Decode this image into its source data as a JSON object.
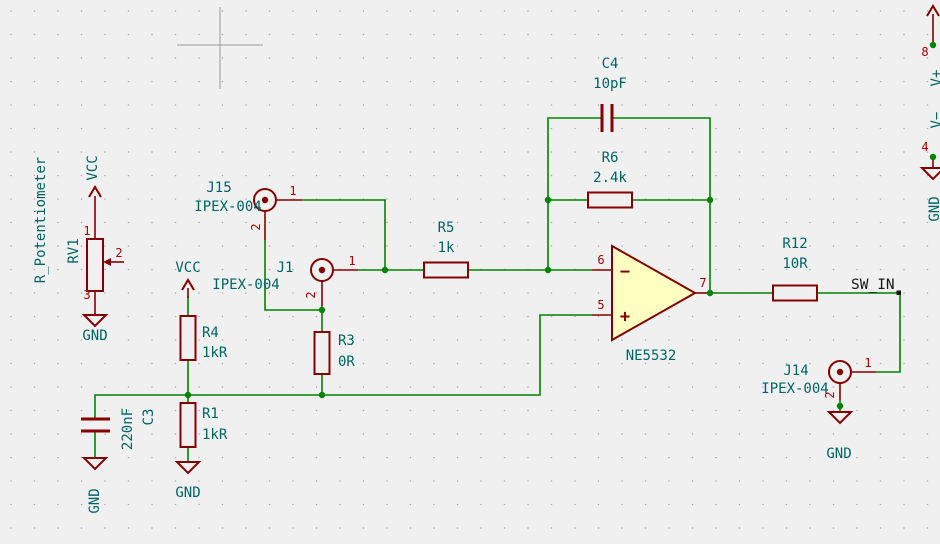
{
  "colors": {
    "background": "#F0F0F0",
    "grid_dot": "#AAAAAA",
    "wire_green": "#008400",
    "symbol_dark_red": "#840000",
    "pin_number_red": "#A90000",
    "field_teal": "#006464",
    "net_label_black": "#161616",
    "opamp_fill_yellow": "#FFFFC2"
  },
  "power": {
    "vcc": "VCC",
    "gnd": "GND"
  },
  "net_labels": {
    "sw_in": "SW_IN"
  },
  "components": {
    "rv1": {
      "ref": "RV1",
      "value": "R_Potentiometer",
      "pin1": "1",
      "pin2": "2",
      "pin3": "3"
    },
    "r4": {
      "ref": "R4",
      "value": "1kR"
    },
    "r1": {
      "ref": "R1",
      "value": "1kR"
    },
    "r3": {
      "ref": "R3",
      "value": "0R"
    },
    "r5": {
      "ref": "R5",
      "value": "1k"
    },
    "r6": {
      "ref": "R6",
      "value": "2.4k"
    },
    "r12": {
      "ref": "R12",
      "value": "10R"
    },
    "c3": {
      "ref": "C3",
      "value": "220nF"
    },
    "c4": {
      "ref": "C4",
      "value": "10pF"
    },
    "j15": {
      "ref": "J15",
      "value": "IPEX-004",
      "pin1": "1",
      "pin2": "2"
    },
    "j1": {
      "ref": "J1",
      "value": "IPEX-004",
      "pin1": "1",
      "pin2": "2"
    },
    "j14": {
      "ref": "J14",
      "value": "IPEX-004",
      "pin1": "1",
      "pin2": "2"
    },
    "u_opamp": {
      "ref": "NE5532",
      "pin_inverting": "6",
      "pin_noninverting": "5",
      "pin_output": "7",
      "minus_sign": "−",
      "plus_sign": "+",
      "pin_vplus": "8",
      "pin_vminus": "4",
      "name_vplus": "V+",
      "name_vminus": "V−"
    }
  }
}
